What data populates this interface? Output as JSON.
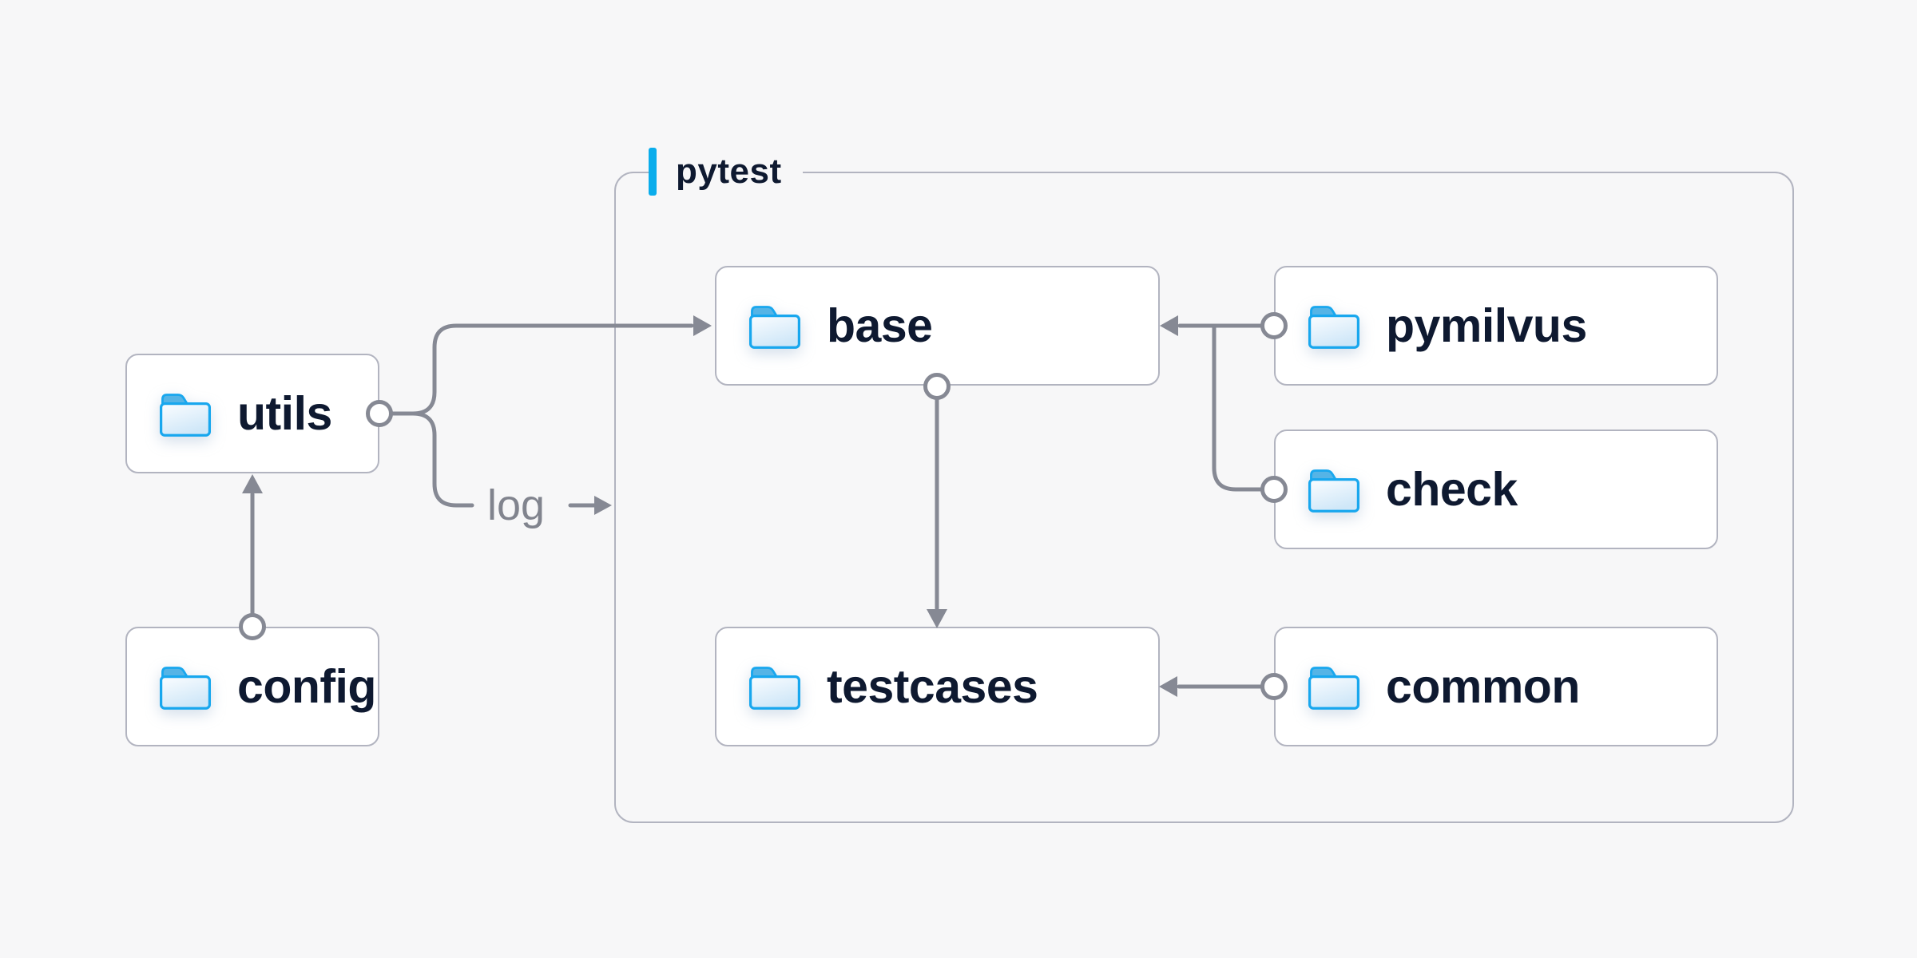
{
  "diagram": {
    "container": {
      "label": "pytest"
    },
    "nodes": [
      {
        "id": "utils",
        "label": "utils",
        "icon": "folder-icon"
      },
      {
        "id": "config",
        "label": "config",
        "icon": "folder-icon"
      },
      {
        "id": "base",
        "label": "base",
        "icon": "folder-icon"
      },
      {
        "id": "pymilvus",
        "label": "pymilvus",
        "icon": "folder-icon"
      },
      {
        "id": "check",
        "label": "check",
        "icon": "folder-icon"
      },
      {
        "id": "testcases",
        "label": "testcases",
        "icon": "folder-icon"
      },
      {
        "id": "common",
        "label": "common",
        "icon": "folder-icon"
      }
    ],
    "edges": [
      {
        "from": "config",
        "to": "utils",
        "label": ""
      },
      {
        "from": "utils",
        "to": "base",
        "label": ""
      },
      {
        "from": "utils",
        "to": "pytest",
        "label": "log"
      },
      {
        "from": "pymilvus",
        "to": "base",
        "label": ""
      },
      {
        "from": "check",
        "to": "base",
        "label": ""
      },
      {
        "from": "base",
        "to": "testcases",
        "label": ""
      },
      {
        "from": "common",
        "to": "testcases",
        "label": ""
      }
    ],
    "colors": {
      "background": "#f7f7f8",
      "node_background": "#ffffff",
      "node_border": "#b2b4c0",
      "node_text": "#0e1930",
      "edge": "#868994",
      "accent_blue": "#0badec",
      "folder_blue": "#18a7ee"
    }
  }
}
